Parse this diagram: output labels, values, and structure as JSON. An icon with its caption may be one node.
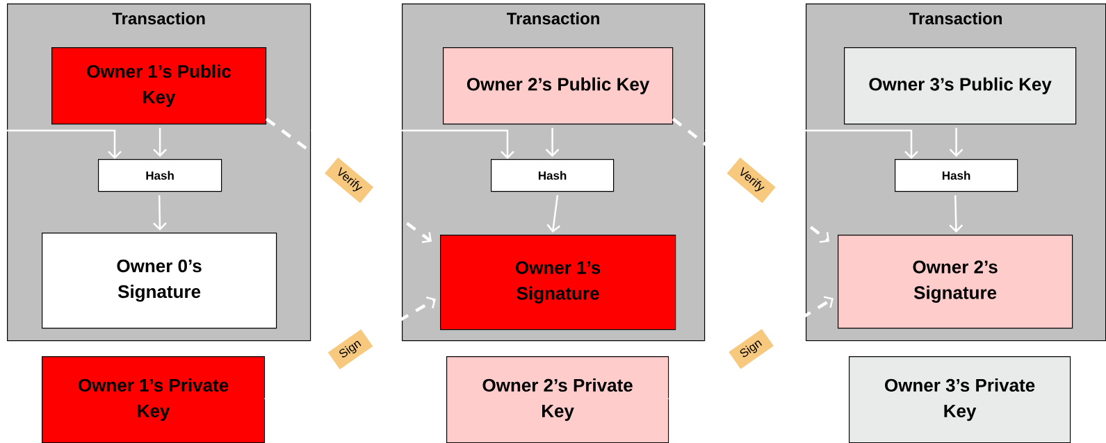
{
  "diagram": {
    "nodes": [
      {
        "text": [
          "Transaction"
        ]
      },
      {
        "text": [
          "Owner 1’s Public Key"
        ],
        "in": 0
      },
      {
        "text": [
          "Hash"
        ],
        "in": 0
      },
      {
        "text": [
          "Owner 0’s Signature"
        ],
        "in": 0
      },
      {
        "text": [
          "Owner 1’s Private Key"
        ]
      },
      {
        "text": [
          "Transaction"
        ]
      },
      {
        "text": [
          "Owner 2’s Public Key"
        ],
        "in": 5
      },
      {
        "text": [
          "Hash"
        ],
        "in": 5
      },
      {
        "text": [
          "Owner 1’s Signature"
        ],
        "in": 5
      },
      {
        "text": [
          "Owner 2’s Private Key"
        ]
      },
      {
        "text": [
          "Transaction"
        ]
      },
      {
        "text": [
          "Owner 3’s Public Key"
        ],
        "in": 10
      },
      {
        "text": [
          "Hash"
        ],
        "in": 10
      },
      {
        "text": [
          "Owner 2’s Signature"
        ],
        "in": 10
      },
      {
        "text": [
          "Owner 3’s Private Key"
        ]
      }
    ],
    "edges": [
      {
        "from": null,
        "to": 2,
        "arrow": "to"
      },
      {
        "from": 1,
        "to": 2,
        "arrow": "to"
      },
      {
        "from": 2,
        "to": 3,
        "arrow": "to"
      },
      {
        "from": 0,
        "to": 7,
        "arrow": "to"
      },
      {
        "from": 6,
        "to": 7,
        "arrow": "to"
      },
      {
        "from": 7,
        "to": 8,
        "arrow": "to"
      },
      {
        "from": 5,
        "to": 12,
        "arrow": "to"
      },
      {
        "from": 11,
        "to": 12,
        "arrow": "to"
      },
      {
        "from": 12,
        "to": 13,
        "arrow": "to"
      },
      {
        "from": 1,
        "to": 8,
        "arrow": "to",
        "label": "Verify",
        "style": "dashed"
      },
      {
        "from": 4,
        "to": 8,
        "arrow": "to",
        "label": "Sign",
        "style": "dashed"
      },
      {
        "from": 6,
        "to": 13,
        "arrow": "to",
        "label": "Verify",
        "style": "dashed"
      },
      {
        "from": 9,
        "to": 13,
        "arrow": "to",
        "label": "Sign",
        "style": "dashed"
      }
    ]
  }
}
